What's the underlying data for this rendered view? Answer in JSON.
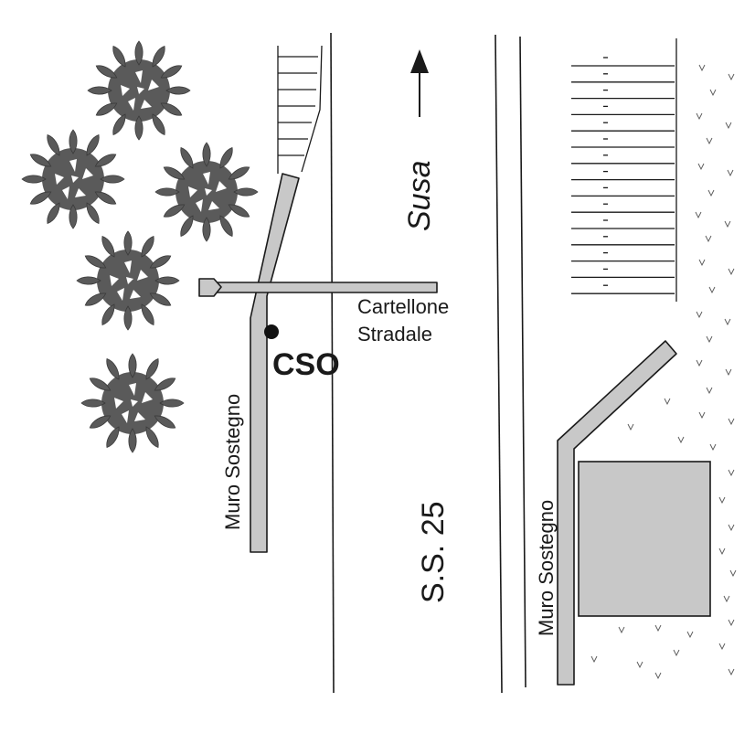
{
  "labels": {
    "direction": "Susa",
    "road": "S.S. 25",
    "sign_line1": "Cartellone",
    "sign_line2": "Stradale",
    "point": "CSO",
    "wall_left": "Muro Sostegno",
    "wall_right": "Muro Sostegno"
  },
  "colors": {
    "wall_fill": "#c8c8c8",
    "tree_fill": "#5a5a5a",
    "building_fill": "#c8c8c8",
    "line": "#1a1a1a"
  },
  "icons": {
    "tree": "tree-icon",
    "arrow": "arrow-up-icon",
    "point": "point-marker-icon",
    "grass": "grass-tuft-icon"
  }
}
